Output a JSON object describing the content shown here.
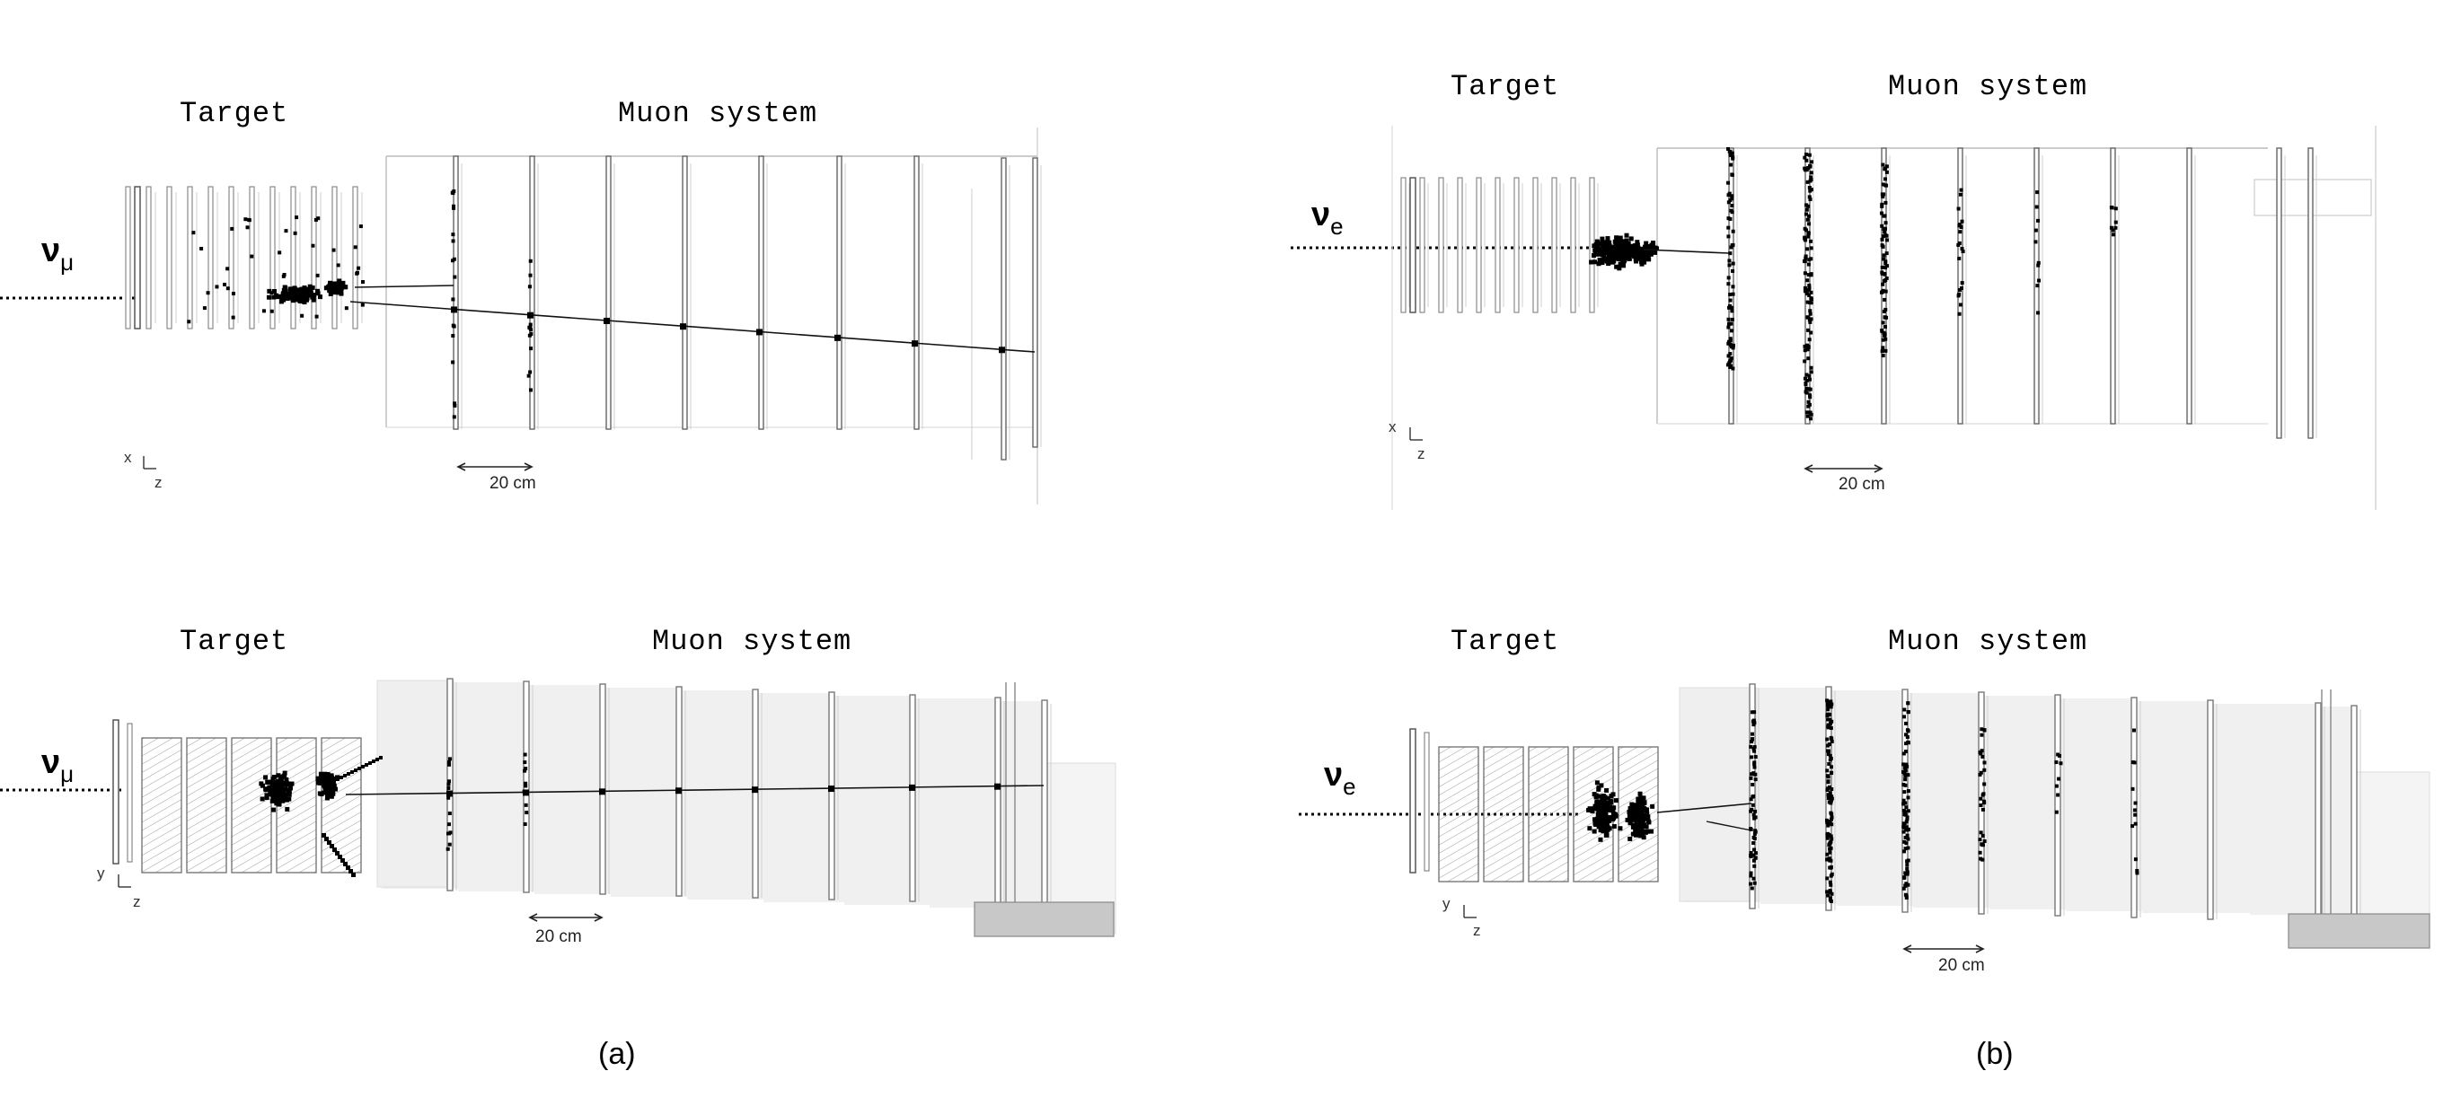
{
  "panels": [
    {
      "id": "a_top",
      "target_label": "Target",
      "muon_label": "Muon system",
      "neutrino": "ν",
      "neutrino_flavor": "μ",
      "scale_label": "20 cm",
      "axis_v": "x",
      "axis_h": "z"
    },
    {
      "id": "b_top",
      "target_label": "Target",
      "muon_label": "Muon system",
      "neutrino": "ν",
      "neutrino_flavor": "e",
      "scale_label": "20 cm",
      "axis_v": "x",
      "axis_h": "z"
    },
    {
      "id": "a_bottom",
      "target_label": "Target",
      "muon_label": "Muon system",
      "neutrino": "ν",
      "neutrino_flavor": "μ",
      "scale_label": "20 cm",
      "axis_v": "y",
      "axis_h": "z"
    },
    {
      "id": "b_bottom",
      "target_label": "Target",
      "muon_label": "Muon system",
      "neutrino": "ν",
      "neutrino_flavor": "e",
      "scale_label": "20 cm",
      "axis_v": "y",
      "axis_h": "z"
    }
  ],
  "captions": {
    "a": "(a)",
    "b": "(b)"
  },
  "colors": {
    "hit": "#000000",
    "frame": "#8a8a8a",
    "plane_fill": "#f0f0f0",
    "ground": "#c8c8c8"
  }
}
